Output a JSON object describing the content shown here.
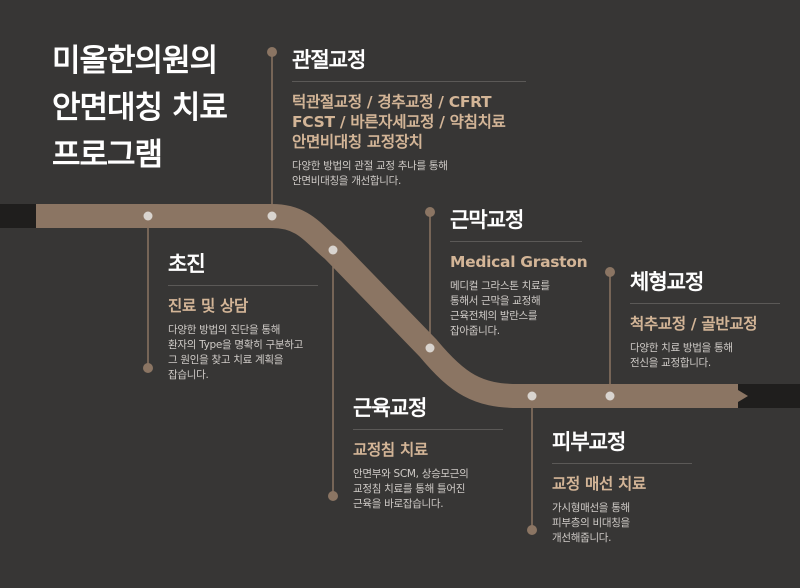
{
  "title": [
    "미올한의원의",
    "안면대칭 치료",
    "프로그램"
  ],
  "colors": {
    "background": "#373635",
    "road": "#8b7563",
    "accent": "#d3b597",
    "node": "#d9d4cf",
    "marker": "#8b7563",
    "heading": "#ffffff"
  },
  "steps": {
    "joint": {
      "heading": "관절교정",
      "subs": [
        "턱관절교정 / 경추교정 / CFRT",
        "FCST / 바른자세교정 / 약침치료",
        "안면비대칭 교정장치"
      ],
      "desc": [
        "다양한 방법의 관절 교정 추나를 통해",
        "안면비대칭을 개선합니다."
      ]
    },
    "initial": {
      "heading": "초진",
      "subs": [
        "진료 및 상담"
      ],
      "desc": [
        "다양한 방법의 진단을 통해",
        "환자의 Type을 명확히 구분하고",
        "그 원인을 찾고 치료 계획을",
        "잡습니다."
      ]
    },
    "fascia": {
      "heading": "근막교정",
      "subs": [
        "Medical Graston"
      ],
      "desc": [
        "메디컬 그라스톤 치료를",
        "통해서 근막을 교정해",
        "근육전체의 발란스를",
        "잡아줍니다."
      ]
    },
    "body": {
      "heading": "체형교정",
      "subs": [
        "척추교정 / 골반교정"
      ],
      "desc": [
        "다양한 치료 방법을 통해",
        "전신을 교정합니다."
      ]
    },
    "muscle": {
      "heading": "근육교정",
      "subs": [
        "교정침 치료"
      ],
      "desc": [
        "안면부와 SCM, 상승모근의",
        "교정침 치료를 통해 틀어진",
        "근육을 바로잡습니다."
      ]
    },
    "skin": {
      "heading": "피부교정",
      "subs": [
        "교정 매선 치료"
      ],
      "desc": [
        "가시형매선을 통해",
        "피부층의 비대칭을",
        "개선해줍니다."
      ]
    }
  }
}
